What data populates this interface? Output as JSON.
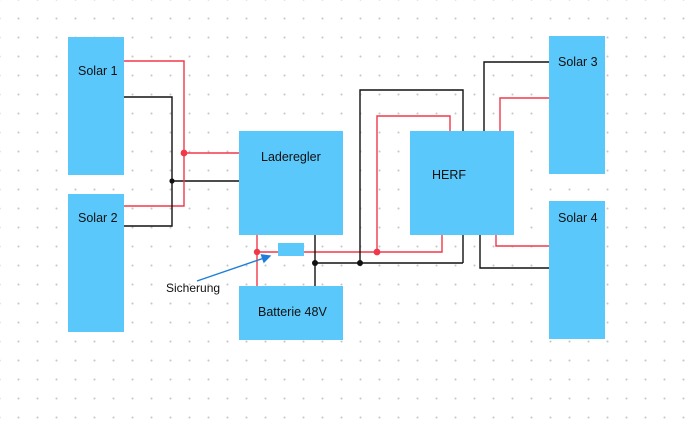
{
  "diagram": {
    "components": {
      "solar1": {
        "label": "Solar 1"
      },
      "solar2": {
        "label": "Solar 2"
      },
      "solar3": {
        "label": "Solar 3"
      },
      "solar4": {
        "label": "Solar 4"
      },
      "laderegler": {
        "label": "Laderegler"
      },
      "herf": {
        "label": "HERF"
      },
      "batterie": {
        "label": "Batterie 48V"
      }
    },
    "annotations": {
      "fuse": {
        "label": "Sicherung"
      }
    },
    "colors": {
      "component_fill": "#5ac8fa",
      "positive_wire": "#f0384a",
      "negative_wire": "#111111",
      "annotation_arrow": "#1e7fd8"
    }
  }
}
